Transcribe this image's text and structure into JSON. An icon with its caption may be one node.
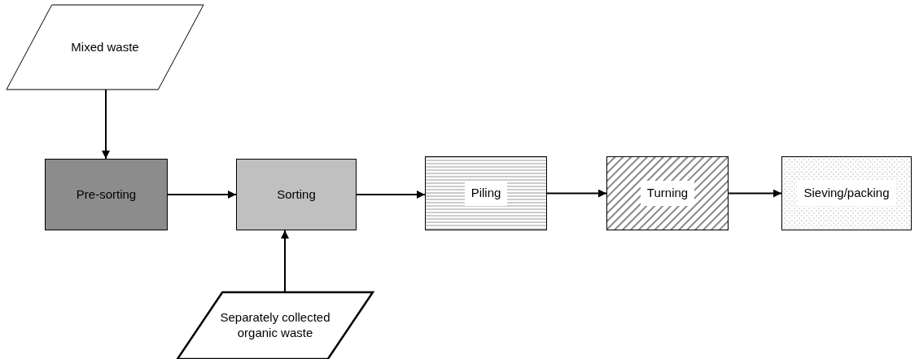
{
  "diagram": {
    "nodes": [
      {
        "text": [
          "Mixed waste"
        ]
      },
      {
        "text": [
          "Pre-sorting"
        ]
      },
      {
        "text": [
          "Sorting"
        ]
      },
      {
        "text": [
          "Piling"
        ]
      },
      {
        "text": [
          "Turning"
        ]
      },
      {
        "text": [
          "Sieving/packing"
        ]
      },
      {
        "text": [
          "Separately collected organic waste"
        ]
      }
    ],
    "edges": [
      {
        "from": 0,
        "to": 1,
        "arrow": "to"
      },
      {
        "from": 1,
        "to": 2,
        "arrow": "to"
      },
      {
        "from": 6,
        "to": 2,
        "arrow": "to"
      },
      {
        "from": 2,
        "to": 3,
        "arrow": "to"
      },
      {
        "from": 3,
        "to": 4,
        "arrow": "to"
      },
      {
        "from": 4,
        "to": 5,
        "arrow": "to"
      }
    ]
  }
}
